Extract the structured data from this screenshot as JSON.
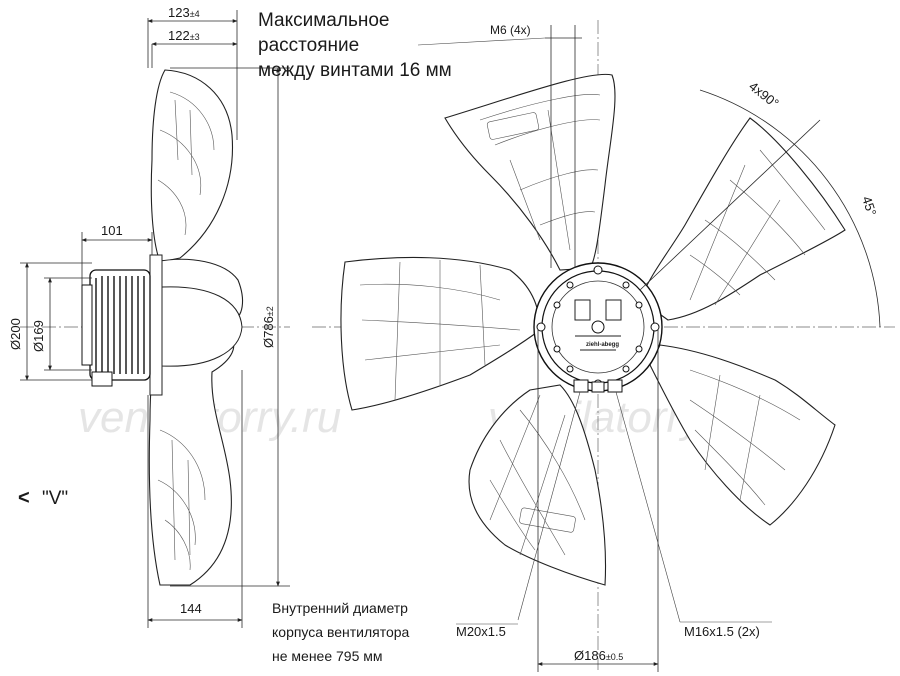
{
  "notes": {
    "max_distance": [
      "Максимальное",
      "расстояние",
      "между винтами 16 мм"
    ],
    "inner_diameter": [
      "Внутренний диаметр",
      "корпуса вентилятора",
      "не менее 795 мм"
    ]
  },
  "view_marker": {
    "arrow": "<",
    "label": "\"V\""
  },
  "side_view": {
    "dim_123": {
      "value": "123",
      "tol": "±4"
    },
    "dim_122": {
      "value": "122",
      "tol": "±3"
    },
    "dim_101": "101",
    "dim_200": "Ø200",
    "dim_169": "Ø169",
    "dim_786": {
      "value": "Ø786",
      "tol": "±2"
    },
    "dim_144": "144"
  },
  "front_view": {
    "m6": "M6 (4x)",
    "angle_4x90": "4x90°",
    "angle_45": "45°",
    "m20": "M20x1.5",
    "d186": {
      "value": "Ø186",
      "tol": "±0.5"
    },
    "m16": "M16x1.5 (2x)",
    "logo": "ziehl-abegg"
  },
  "watermark": "ventilatorry.ru"
}
